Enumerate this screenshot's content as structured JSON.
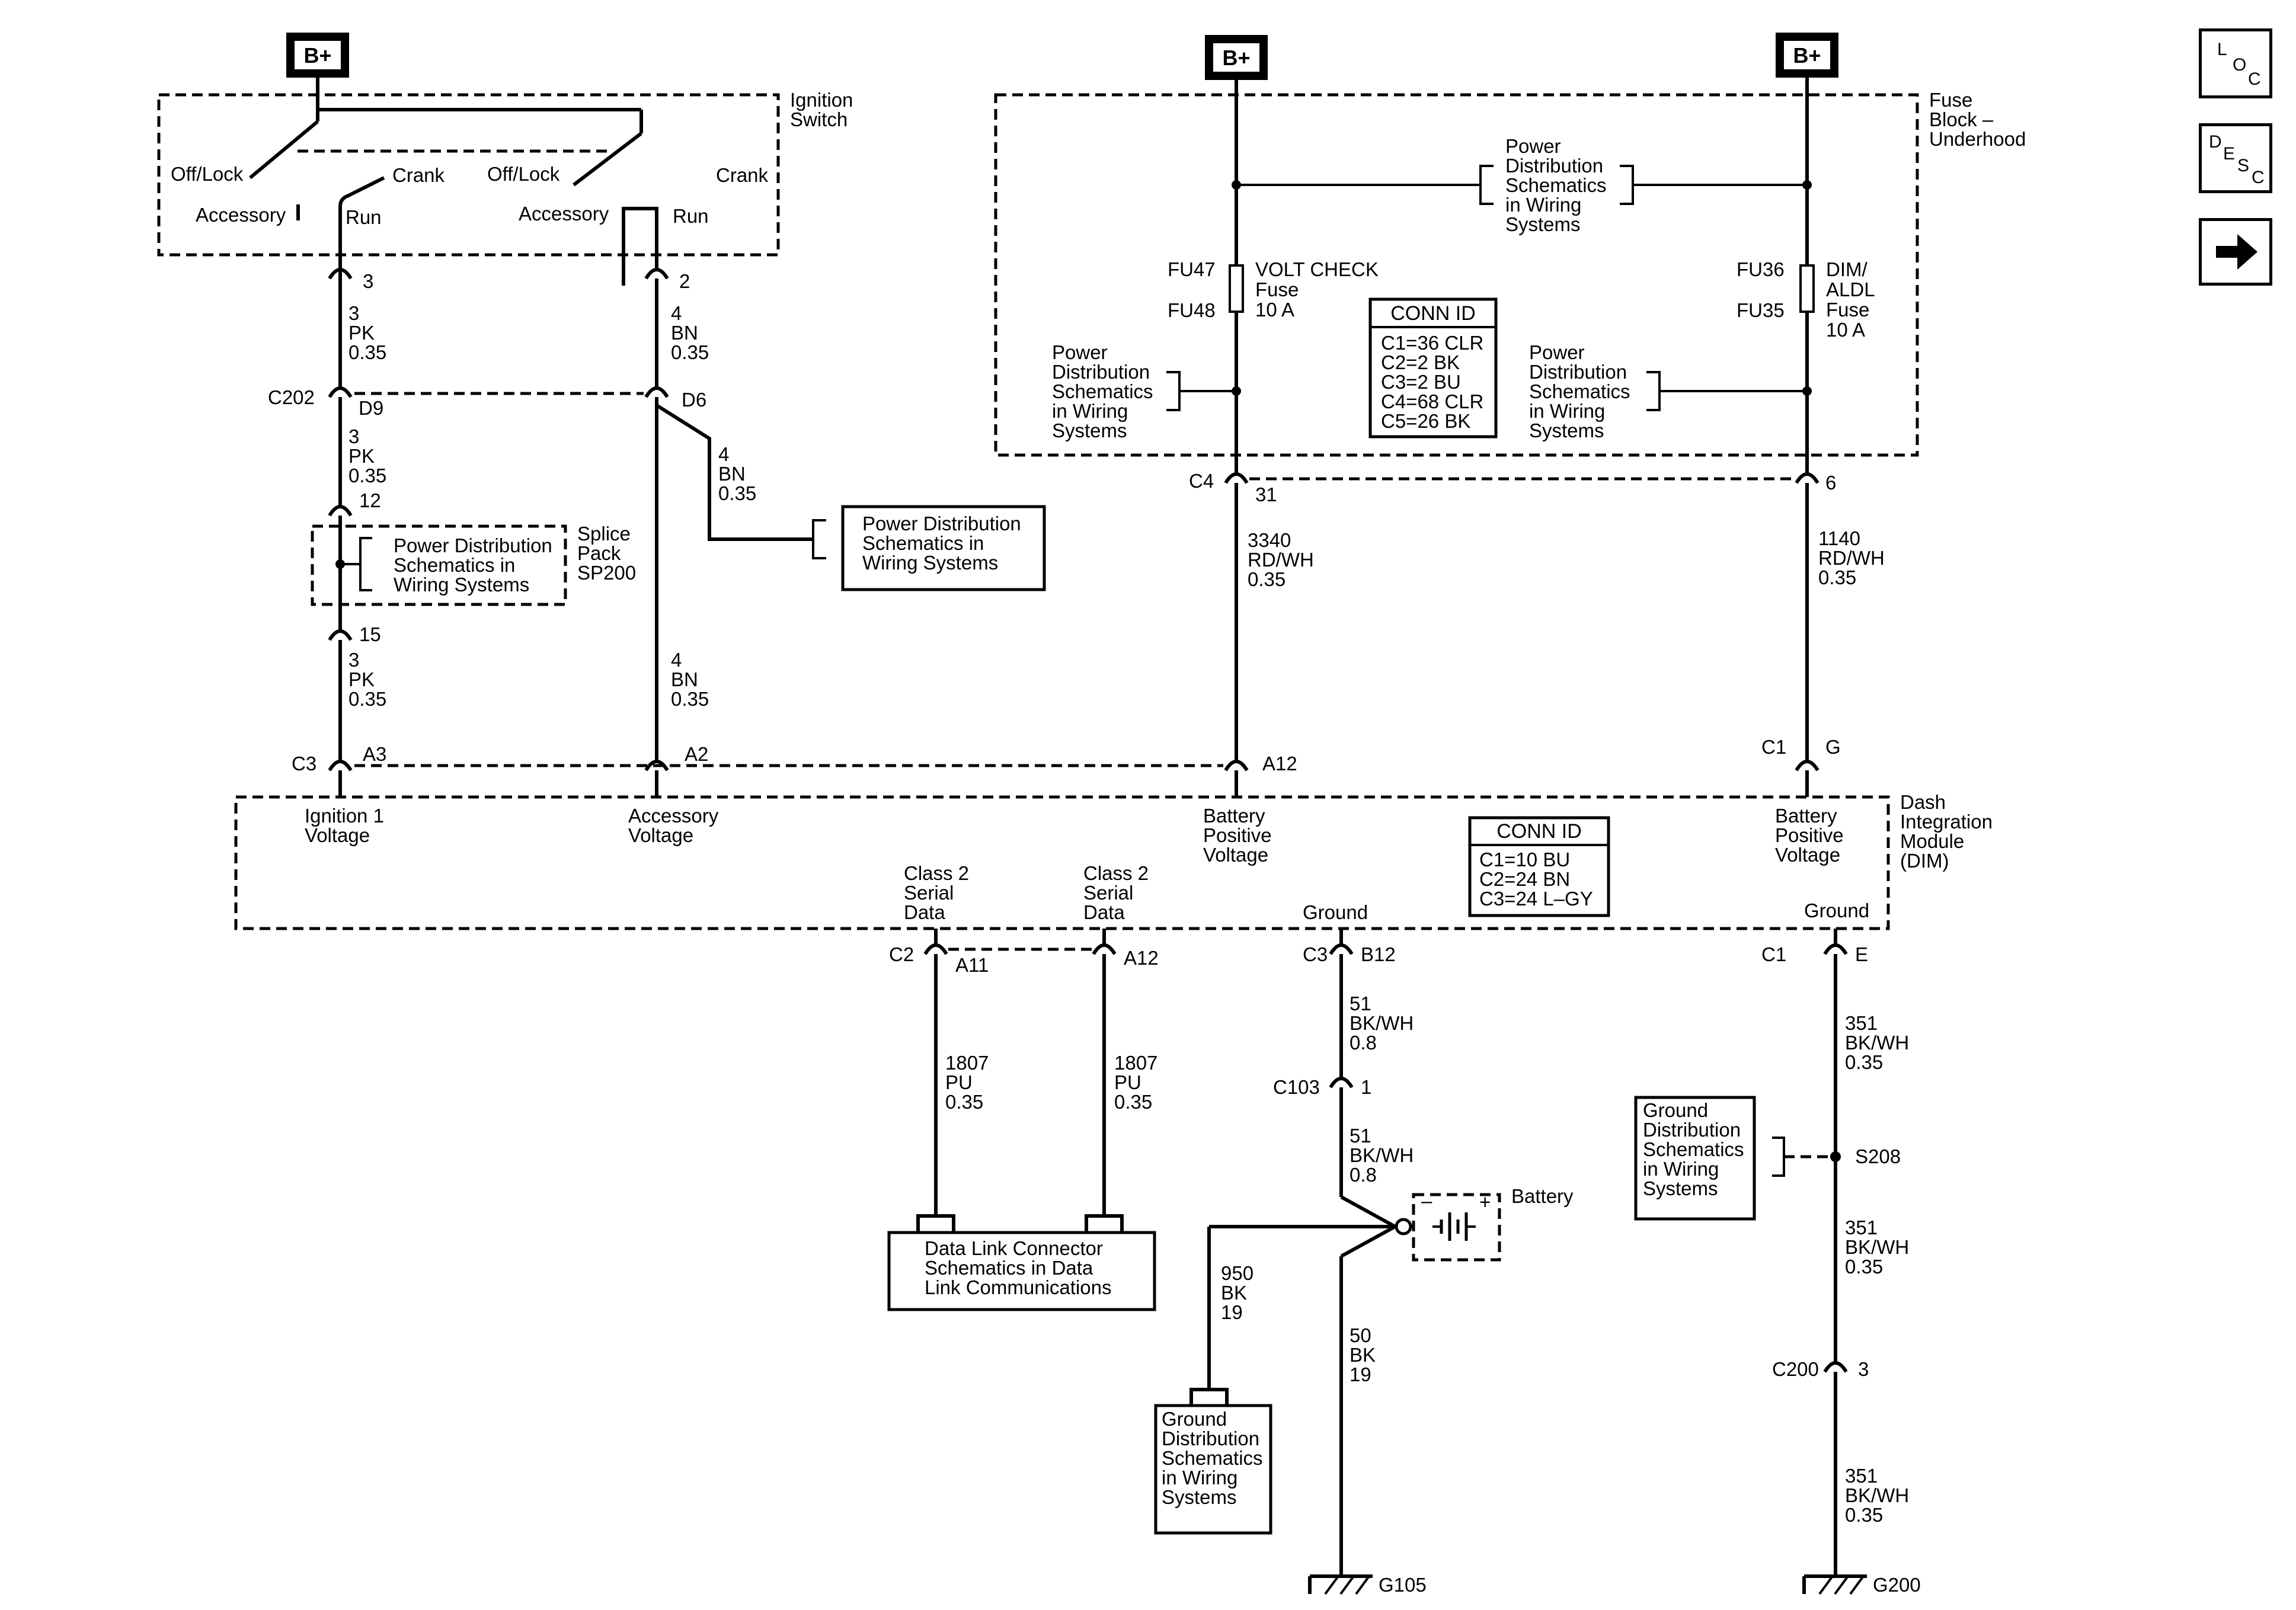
{
  "nav": {
    "loc": [
      "L",
      "O",
      "C"
    ],
    "desc": [
      "D",
      "E",
      "S",
      "C"
    ]
  },
  "power": {
    "bplus": "B+"
  },
  "ignition_switch": {
    "title": [
      "Ignition",
      "Switch"
    ],
    "off_lock": "Off/Lock",
    "crank": "Crank",
    "accessory": "Accessory",
    "run": "Run",
    "pin_left": "3",
    "pin_right": "2"
  },
  "fuse_block": {
    "title": [
      "Fuse",
      "Block –",
      "Underhood"
    ],
    "fu47": "FU47",
    "fu48": "FU48",
    "fuse1": [
      "VOLT CHECK",
      "Fuse",
      "10 A"
    ],
    "fu36": "FU36",
    "fu35": "FU35",
    "fuse2": [
      "DIM/",
      "ALDL",
      "Fuse",
      "10 A"
    ],
    "pd_top": [
      "Power",
      "Distribution",
      "Schematics",
      "in Wiring",
      "Systems"
    ],
    "pd_left": [
      "Power",
      "Distribution",
      "Schematics",
      "in Wiring",
      "Systems"
    ],
    "pd_right": [
      "Power",
      "Distribution",
      "Schematics",
      "in Wiring",
      "Systems"
    ],
    "conn_id_title": "CONN ID",
    "conn_id": [
      "C1=36 CLR",
      "C2=2 BK",
      "C3=2 BU",
      "C4=68 CLR",
      "C5=26 BK"
    ],
    "c4": "C4",
    "pin31": "31",
    "pin6": "6"
  },
  "wires": {
    "w3_a": [
      "3",
      "PK",
      "0.35"
    ],
    "w4_a": [
      "4",
      "BN",
      "0.35"
    ],
    "c202": "C202",
    "d9": "D9",
    "d6": "D6",
    "w3_b": [
      "3",
      "PK",
      "0.35"
    ],
    "w4_branch": [
      "4",
      "BN",
      "0.35"
    ],
    "pin12": "12",
    "pin15": "15",
    "w3_c": [
      "3",
      "PK",
      "0.35"
    ],
    "w4_b": [
      "4",
      "BN",
      "0.35"
    ],
    "w3340": [
      "3340",
      "RD/WH",
      "0.35"
    ],
    "w1140": [
      "1140",
      "RD/WH",
      "0.35"
    ]
  },
  "splice_pack": {
    "title": [
      "Splice",
      "Pack",
      "SP200"
    ],
    "ref": [
      "Power Distribution",
      "Schematics in",
      "Wiring Systems"
    ]
  },
  "pd_mid": [
    "Power Distribution",
    "Schematics in",
    "Wiring Systems"
  ],
  "dim": {
    "title": [
      "Dash",
      "Integration",
      "Module",
      "(DIM)"
    ],
    "c3": "C3",
    "a3": "A3",
    "a2": "A2",
    "a12": "A12",
    "c1": "C1",
    "g": "G",
    "ign1": [
      "Ignition 1",
      "Voltage"
    ],
    "acc": [
      "Accessory",
      "Voltage"
    ],
    "batt1": [
      "Battery",
      "Positive",
      "Voltage"
    ],
    "batt2": [
      "Battery",
      "Positive",
      "Voltage"
    ],
    "class2_a": [
      "Class 2",
      "Serial",
      "Data"
    ],
    "class2_b": [
      "Class 2",
      "Serial",
      "Data"
    ],
    "ground1": "Ground",
    "ground2": "Ground",
    "conn_id_title": "CONN ID",
    "conn_id": [
      "C1=10 BU",
      "C2=24 BN",
      "C3=24 L–GY"
    ],
    "c2": "C2",
    "a11": "A11",
    "a12b": "A12",
    "c3b": "C3",
    "b12": "B12",
    "c1b": "C1",
    "e": "E"
  },
  "lower": {
    "w1807_a": [
      "1807",
      "PU",
      "0.35"
    ],
    "w1807_b": [
      "1807",
      "PU",
      "0.35"
    ],
    "dlc": [
      "Data Link Connector",
      "Schematics in Data",
      "Link Communications"
    ],
    "w51_a": [
      "51",
      "BK/WH",
      "0.8"
    ],
    "c103": "C103",
    "pin1": "1",
    "w51_b": [
      "51",
      "BK/WH",
      "0.8"
    ],
    "battery": "Battery",
    "minus": "–",
    "plus": "+",
    "w950": [
      "950",
      "BK",
      "19"
    ],
    "w50": [
      "50",
      "BK",
      "19"
    ],
    "gd_left": [
      "Ground",
      "Distribution",
      "Schematics",
      "in Wiring",
      "Systems"
    ],
    "g105": "G105",
    "w351_a": [
      "351",
      "BK/WH",
      "0.35"
    ],
    "gd_right": [
      "Ground",
      "Distribution",
      "Schematics",
      "in Wiring",
      "Systems"
    ],
    "s208": "S208",
    "w351_b": [
      "351",
      "BK/WH",
      "0.35"
    ],
    "c200": "C200",
    "pin3": "3",
    "w351_c": [
      "351",
      "BK/WH",
      "0.35"
    ],
    "g200": "G200"
  }
}
